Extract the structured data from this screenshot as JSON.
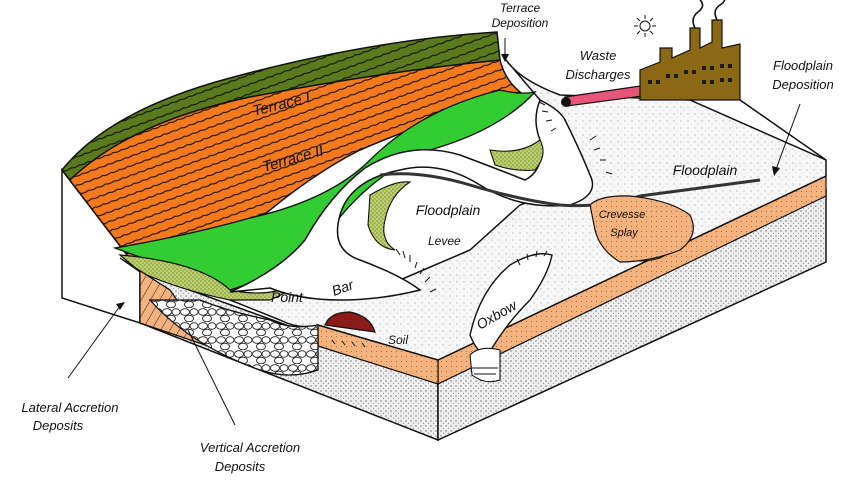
{
  "labels": {
    "terrace_i": "Terrace I",
    "terrace_ii": "Terrace II",
    "terrace_deposition_line1": "Terrace",
    "terrace_deposition_line2": "Deposition",
    "waste_line1": "Waste",
    "waste_line2": "Discharges",
    "floodplain_dep_line1": "Floodplain",
    "floodplain_dep_line2": "Deposition",
    "floodplain_right": "Floodplain",
    "floodplain_center": "Floodplain",
    "levee": "Levee",
    "crevasse_line1": "Crevesse",
    "crevasse_line2": "Splay",
    "point": "Point",
    "bar": "Bar",
    "oxbow": "Oxbow",
    "soil": "Soil",
    "lateral_line1": "Lateral Accretion",
    "lateral_line2": "Deposits",
    "vertical_line1": "Vertical Accretion",
    "vertical_line2": "Deposits"
  },
  "colors": {
    "terrace_i": "#5a7a1e",
    "terrace_ii": "#f57a1e",
    "terrace_green": "#33cc33",
    "levee_dots": "#b5c96a",
    "crevasse": "#f4b27e",
    "soil": "#8b1a1a",
    "pipe": "#e8557a",
    "factory": "#8b6914",
    "sediment": "#eeeeee"
  },
  "icons": [
    "factory-icon",
    "sun-icon",
    "smoke-icon"
  ]
}
